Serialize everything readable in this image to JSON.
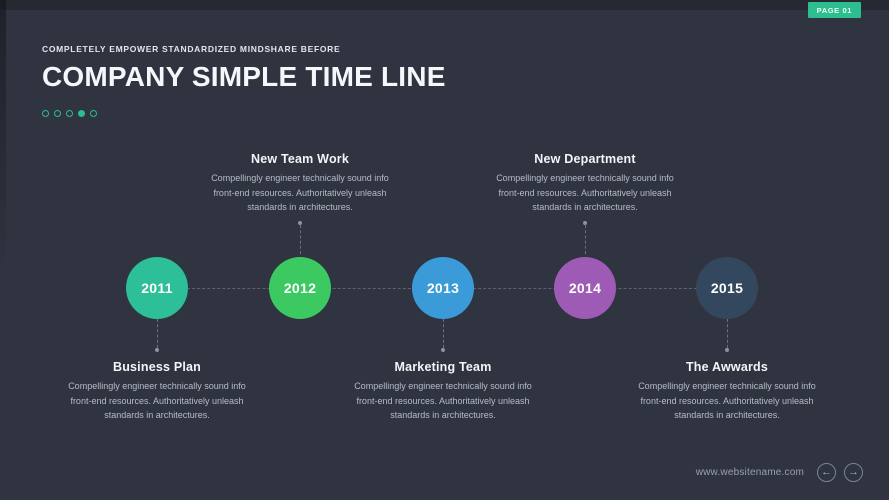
{
  "page_badge": {
    "label": "PAGE 01"
  },
  "header": {
    "eyebrow": "COMPLETELY EMPOWER STANDARDIZED MINDSHARE BEFORE",
    "title": "COMPANY SIMPLE TIME LINE"
  },
  "pagination": {
    "dot_count": 5,
    "active_index": 3
  },
  "timeline": {
    "milestones": [
      {
        "year": "2011",
        "color": "#2dbf97",
        "label_position": "below",
        "title": "Business Plan",
        "description": "Compellingly engineer technically sound info front-end resources. Authoritatively unleash standards in architectures."
      },
      {
        "year": "2012",
        "color": "#3cc961",
        "label_position": "above",
        "title": "New Team Work",
        "description": "Compellingly engineer technically sound info front-end resources. Authoritatively unleash standards in architectures."
      },
      {
        "year": "2013",
        "color": "#3b9bd9",
        "label_position": "below",
        "title": "Marketing Team",
        "description": "Compellingly engineer technically sound info front-end resources. Authoritatively unleash standards in architectures."
      },
      {
        "year": "2014",
        "color": "#9d5bb5",
        "label_position": "above",
        "title": "New Department",
        "description": "Compellingly engineer technically sound info front-end resources. Authoritatively unleash standards in architectures."
      },
      {
        "year": "2015",
        "color": "#33475e",
        "label_position": "below",
        "title": "The Awwards",
        "description": "Compellingly engineer technically sound info front-end resources. Authoritatively unleash standards in architectures."
      }
    ]
  },
  "footer": {
    "website": "www.websitename.com",
    "prev_icon": "←",
    "next_icon": "→"
  },
  "colors": {
    "accent": "#2ebd8f",
    "background": "#2f3440"
  }
}
